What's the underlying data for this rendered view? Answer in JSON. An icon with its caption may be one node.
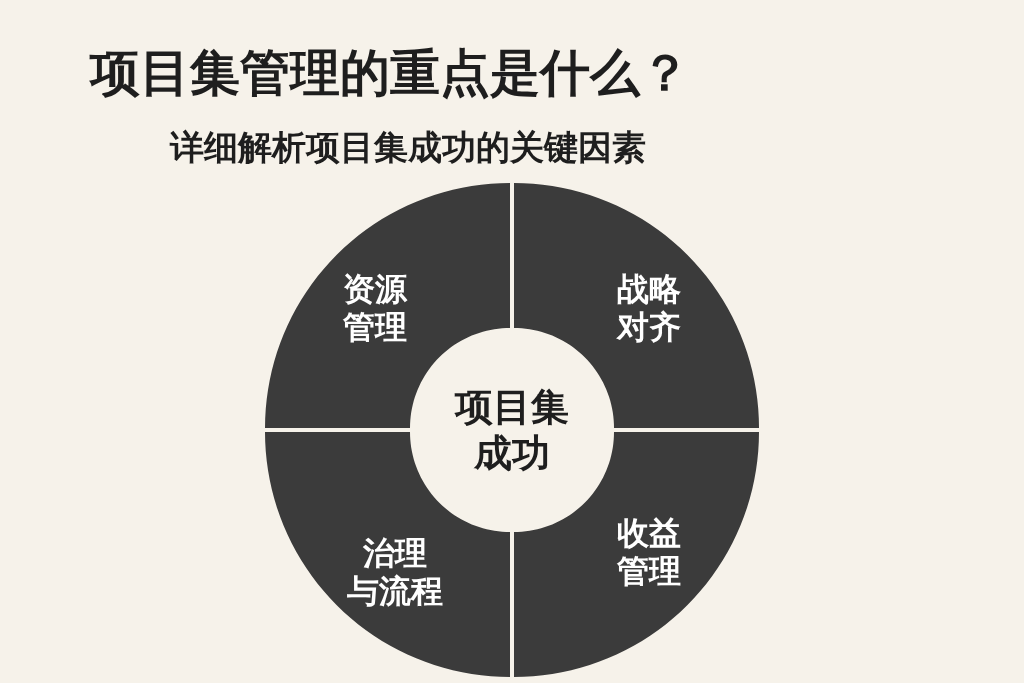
{
  "diagram": {
    "title": "项目集管理的重点是什么？",
    "nodes": [
      {
        "text": [
          "资源管理"
        ]
      },
      {
        "text": [
          "战略对齐"
        ]
      },
      {
        "text": [
          "项目集成功"
        ]
      },
      {
        "text": [
          "治理与流程"
        ]
      },
      {
        "text": [
          "收益管理"
        ]
      }
    ],
    "labels": [
      "详细解析项目集成功的关键因素"
    ]
  }
}
